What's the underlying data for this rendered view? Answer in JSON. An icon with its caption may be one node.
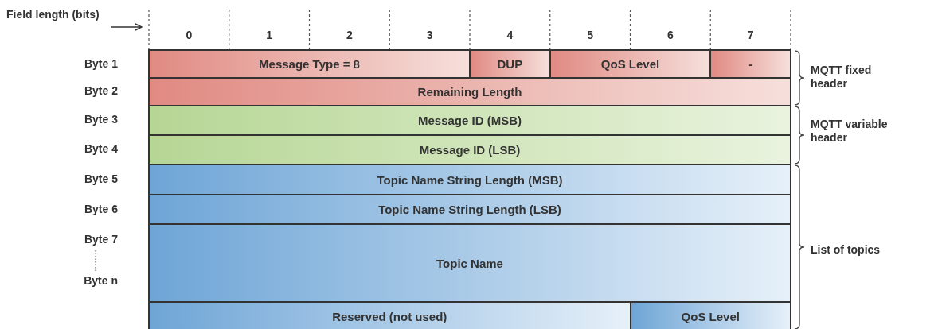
{
  "diagram": {
    "nodes": [
      {
        "text": [
          "Message Type = 8"
        ]
      },
      {
        "text": [
          "DUP"
        ]
      },
      {
        "text": [
          "QoS Level"
        ]
      },
      {
        "text": [
          "-"
        ]
      },
      {
        "text": [
          "Remaining Length"
        ]
      },
      {
        "text": [
          "Message ID (MSB)"
        ]
      },
      {
        "text": [
          "Message ID (LSB)"
        ]
      },
      {
        "text": [
          "Topic Name String Length (MSB)"
        ]
      },
      {
        "text": [
          "Topic Name String Length (LSB)"
        ]
      },
      {
        "text": [
          "Topic Name"
        ]
      },
      {
        "text": [
          "Reserved (not used)"
        ]
      },
      {
        "text": [
          "QoS Level"
        ]
      }
    ],
    "labels": [
      "Field length (bits)",
      "0",
      "1",
      "2",
      "3",
      "4",
      "5",
      "6",
      "7",
      "Byte 1",
      "Byte 2",
      "Byte 3",
      "Byte 4",
      "Byte 5",
      "Byte 6",
      "Byte 7",
      "Byte n",
      "MQTT fixed header",
      "MQTT variable header",
      "List of topics"
    ]
  }
}
